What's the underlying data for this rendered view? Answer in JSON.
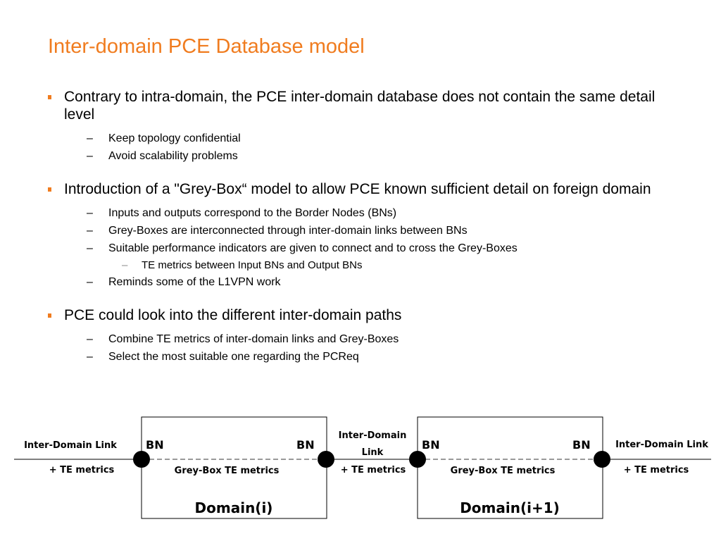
{
  "slide": {
    "title": "Inter-domain PCE Database model",
    "bullets": [
      {
        "text": "Contrary to intra-domain, the PCE inter-domain database does not contain the same detail level",
        "sub": [
          {
            "text": "Keep topology confidential"
          },
          {
            "text": "Avoid scalability problems"
          }
        ]
      },
      {
        "text": "Introduction of a \"Grey-Box“ model to allow PCE known sufficient detail on foreign domain",
        "sub": [
          {
            "text": "Inputs and outputs correspond to the Border Nodes (BNs)"
          },
          {
            "text": "Grey-Boxes are interconnected through inter-domain links between BNs"
          },
          {
            "text": "Suitable performance indicators are given to connect and to cross the Grey-Boxes"
          },
          {
            "text": "TE metrics between Input BNs and Output BNs"
          },
          {
            "text": "Reminds some of the L1VPN work"
          }
        ]
      },
      {
        "text": "PCE could look into the different inter-domain paths",
        "sub": [
          {
            "text": "Combine TE metrics of inter-domain links and Grey-Boxes"
          },
          {
            "text": "Select the most suitable one regarding the PCReq"
          }
        ]
      }
    ],
    "dash": "–"
  },
  "diagram": {
    "left_link": {
      "name": "Inter-Domain Link",
      "metrics": "+ TE metrics"
    },
    "middle_link": {
      "name_line1": "Inter-Domain",
      "name_line2": "Link",
      "metrics": "+ TE metrics"
    },
    "right_link": {
      "name": "Inter-Domain Link",
      "metrics": "+ TE metrics"
    },
    "bn_label": "BN",
    "domain1": {
      "label": "Domain(i)",
      "greybox": "Grey-Box TE metrics"
    },
    "domain2": {
      "label": "Domain(i+1)",
      "greybox": "Grey-Box TE metrics"
    }
  }
}
